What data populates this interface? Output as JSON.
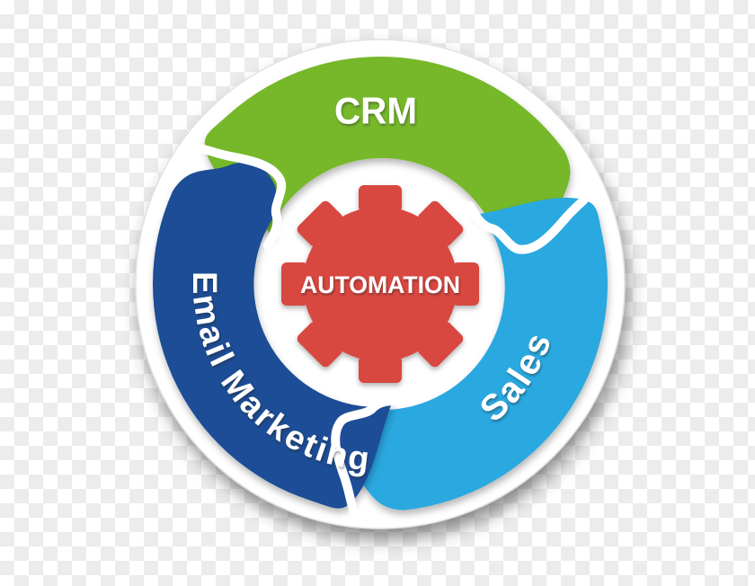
{
  "title": "CRM automation cycle diagram",
  "background": {
    "style": "transparency-checkerboard",
    "checker_light": "#ffffff",
    "checker_dark": "#ececec"
  },
  "diagram": {
    "type": "cycle",
    "center_label": "AUTOMATION",
    "center_color": "#d8473f",
    "disc_color": "#ffffff",
    "text_color": "#ffffff",
    "segments": [
      {
        "label": "CRM",
        "color": "#76b82a",
        "position": "top"
      },
      {
        "label": "Sales",
        "color": "#29a8e0",
        "position": "right-bottom"
      },
      {
        "label": "Email Marketing",
        "color": "#1e4e96",
        "position": "left"
      }
    ],
    "flow": "CRM -> Sales -> Email Marketing -> CRM (clockwise)"
  }
}
